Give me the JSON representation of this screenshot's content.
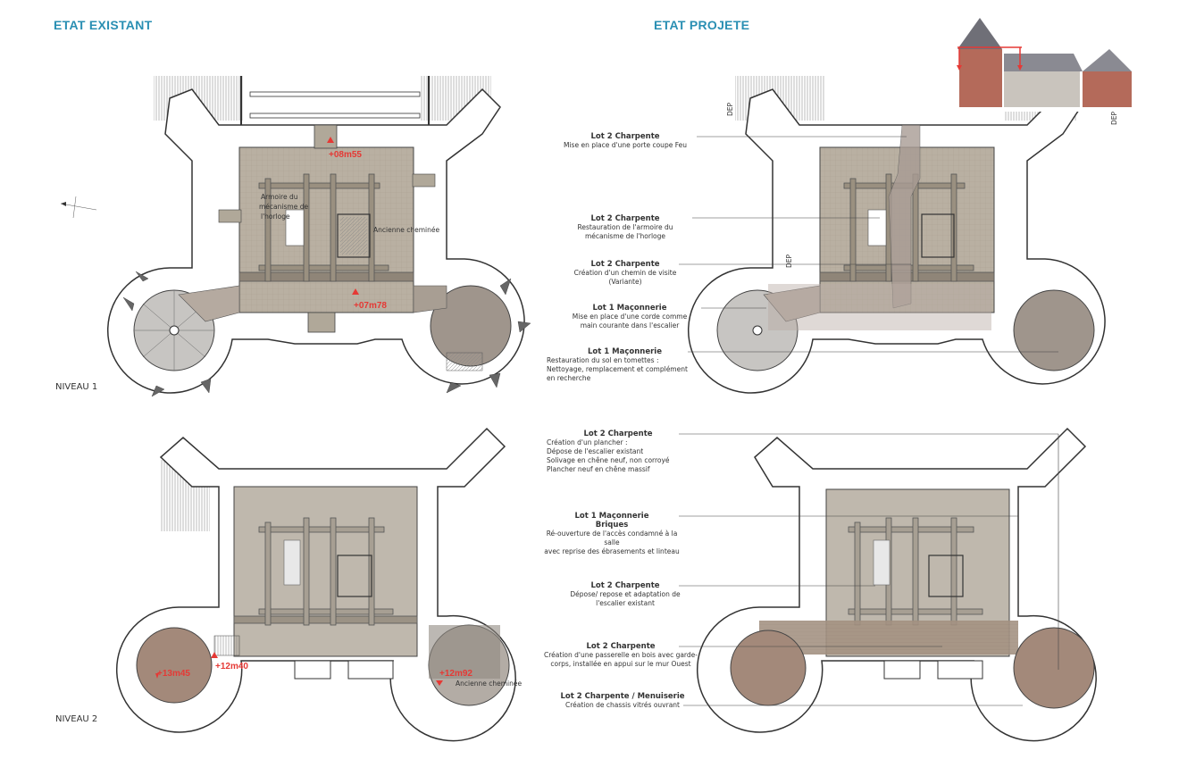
{
  "titles": {
    "existing": "ETAT EXISTANT",
    "projected": "ETAT PROJETE"
  },
  "colors": {
    "title": "#2a8fb3",
    "elevation": "#e53935",
    "floor": "#b0a899",
    "wall": "#ffffff"
  },
  "levels": {
    "level1": "NIVEAU 1",
    "level2": "NIVEAU 2"
  },
  "existing_level1": {
    "elev_top": "+08m55",
    "elev_bottom": "+07m78",
    "room_clock": [
      "Armoire du",
      "mécanisme de",
      "l'horloge"
    ],
    "room_chimney": "Ancienne cheminée"
  },
  "existing_level2": {
    "elev_left": "+13m45",
    "elev_mid": "+12m40",
    "elev_right": "+12m92",
    "room_chimney": "Ancienne cheminée"
  },
  "dep_labels": [
    "DEP",
    "DEP",
    "DEP"
  ],
  "annotations_level1": [
    {
      "title": "Lot 2 Charpente",
      "body": [
        "Mise en place d'une porte coupe Feu"
      ]
    },
    {
      "title": "Lot 2 Charpente",
      "body": [
        "Restauration  de l'armoire du",
        "mécanisme de l'horloge"
      ]
    },
    {
      "title": "Lot 2 Charpente",
      "body": [
        "Création d'un chemin de visite",
        "(Variante)"
      ]
    },
    {
      "title": "Lot 1 Maçonnerie",
      "body": [
        "Mise en place d'une corde comme",
        "main courante dans l'escalier"
      ]
    },
    {
      "title": "Lot 1 Maçonnerie",
      "body": [
        "Restauration du sol  en tomettes :",
        "Nettoyage, remplacement et complément",
        "en recherche"
      ]
    }
  ],
  "annotations_level2": [
    {
      "title": "Lot 2 Charpente",
      "body": [
        "Création d'un plancher :",
        "Dépose de l'escalier existant",
        "Solivage en chêne neuf, non corroyé",
        "Plancher neuf en chêne massif"
      ]
    },
    {
      "title": "Lot 1 Maçonnerie",
      "subtitle": "Briques",
      "body": [
        "Ré-ouverture de l'accès condamné à la salle",
        "avec reprise des ébrasements et linteau"
      ]
    },
    {
      "title": "Lot 2 Charpente",
      "body": [
        "Dépose/ repose et adaptation de",
        "l'escalier existant"
      ]
    },
    {
      "title": "Lot 2 Charpente",
      "body": [
        "Création d'une passerelle en bois avec garde-",
        "corps, installée en appui sur le mur Ouest"
      ]
    },
    {
      "title": "Lot 2 Charpente / Menuiserie",
      "body": [
        "Création de chassis vitrés ouvrant"
      ]
    }
  ]
}
